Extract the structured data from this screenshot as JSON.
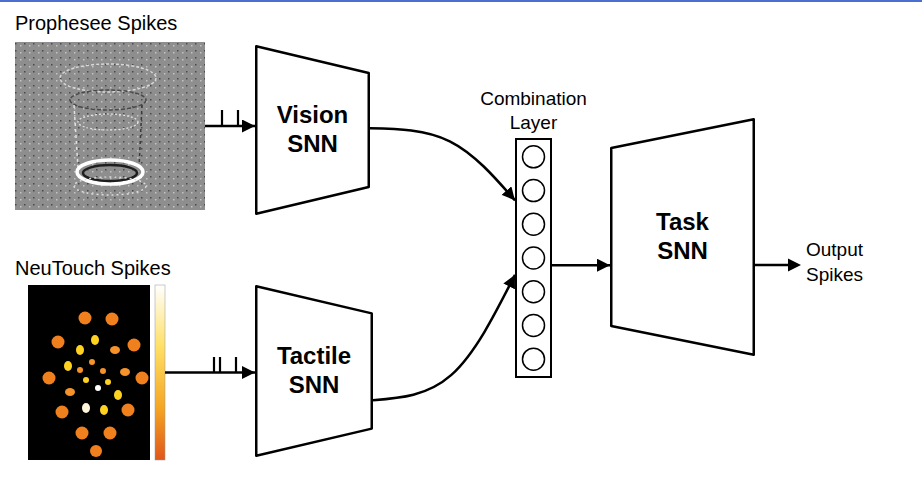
{
  "diagram": {
    "nodes": [
      {
        "text": [
          "Prophesee Spikes"
        ]
      },
      {
        "text": [
          "Vision SNN"
        ]
      },
      {
        "text": [
          "Combination Layer"
        ]
      },
      {
        "text": [
          "Task SNN"
        ]
      },
      {
        "text": [
          "NeuTouch Spikes"
        ]
      },
      {
        "text": [
          "Tactile SNN"
        ]
      }
    ],
    "edges": [
      {
        "from": 0,
        "to": 1,
        "arrow": "to"
      },
      {
        "from": 4,
        "to": 5,
        "arrow": "to"
      },
      {
        "from": 1,
        "to": 2,
        "arrow": "to"
      },
      {
        "from": 5,
        "to": 2,
        "arrow": "to"
      },
      {
        "from": 2,
        "to": 3,
        "arrow": "to"
      }
    ],
    "labels": [
      "Output Spikes"
    ]
  }
}
